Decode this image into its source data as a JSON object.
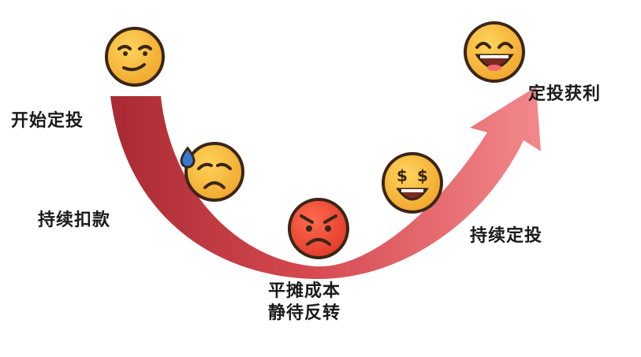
{
  "labels": {
    "start": "开始定投",
    "deduct": "持续扣款",
    "bottom_line1": "平摊成本",
    "bottom_line2": "静待反转",
    "continue": "持续定投",
    "profit": "定投获利"
  },
  "colors": {
    "arrow_dark": "#c0353f",
    "arrow_light": "#f07a80",
    "emoji_yellow": "#f6b83a",
    "emoji_outline": "#3a2618",
    "emoji_angry": "#ef4b3a",
    "sweat": "#3a78d6"
  },
  "icons": [
    "smirk-emoji-icon",
    "sad-sweat-emoji-icon",
    "angry-emoji-icon",
    "money-eyes-emoji-icon",
    "laughing-emoji-icon"
  ]
}
